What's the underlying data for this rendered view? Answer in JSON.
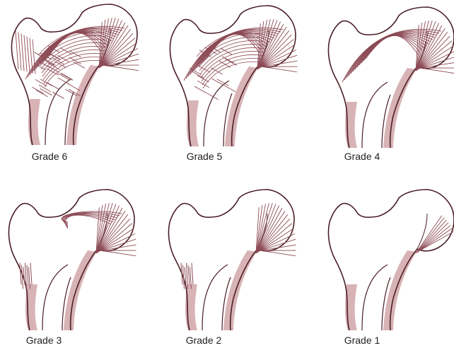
{
  "colors": {
    "outline": "#4a1f26",
    "cortex": "#d8b3b6",
    "trabecula": "#8c4a55",
    "background": "#ffffff"
  },
  "panels": [
    {
      "label": "Grade 6",
      "grade": 6,
      "groups": {
        "principal_compressive": true,
        "secondary_compressive": true,
        "principal_tensile": true,
        "secondary_tensile": true,
        "greater_trochanter": true,
        "wards_triangle_filled": true
      }
    },
    {
      "label": "Grade 5",
      "grade": 5,
      "groups": {
        "principal_compressive": true,
        "secondary_compressive": true,
        "principal_tensile": true,
        "secondary_tensile": true,
        "greater_trochanter": false,
        "wards_triangle_filled": false
      }
    },
    {
      "label": "Grade 4",
      "grade": 4,
      "groups": {
        "principal_compressive": true,
        "secondary_compressive": false,
        "principal_tensile": true,
        "secondary_tensile": false,
        "greater_trochanter": false,
        "wards_triangle_filled": false
      }
    },
    {
      "label": "Grade 3",
      "grade": 3,
      "groups": {
        "principal_compressive": true,
        "secondary_compressive": false,
        "principal_tensile": true,
        "principal_tensile_partial": true,
        "secondary_tensile": false,
        "greater_trochanter": false,
        "wards_triangle_filled": false
      }
    },
    {
      "label": "Grade 2",
      "grade": 2,
      "groups": {
        "principal_compressive": true,
        "secondary_compressive": false,
        "principal_tensile": false,
        "secondary_tensile": false,
        "greater_trochanter": false,
        "wards_triangle_filled": false
      }
    },
    {
      "label": "Grade 1",
      "grade": 1,
      "groups": {
        "principal_compressive": true,
        "principal_compressive_reduced": true,
        "secondary_compressive": false,
        "principal_tensile": false,
        "secondary_tensile": false,
        "greater_trochanter": false,
        "wards_triangle_filled": false
      }
    }
  ]
}
